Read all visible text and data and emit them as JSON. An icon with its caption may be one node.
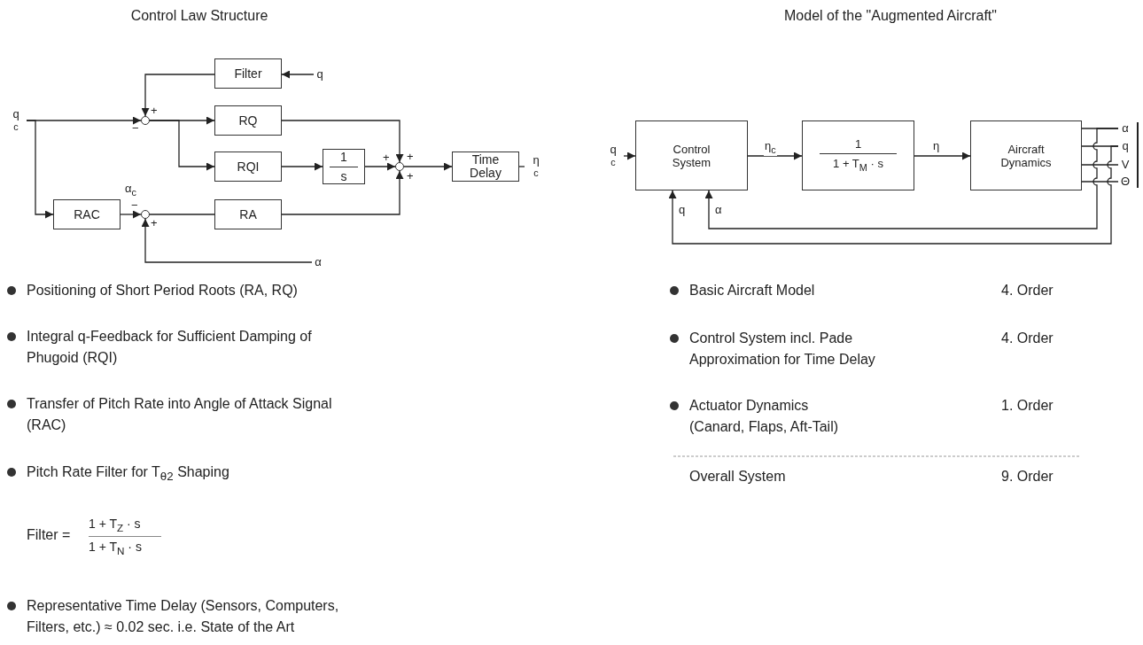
{
  "diagram": {
    "nodes": [
      {
        "text": [
          "Filter"
        ]
      },
      {
        "text": [
          "RQ"
        ]
      },
      {
        "text": [
          "RQI"
        ]
      },
      {
        "text": [
          "1",
          "s"
        ]
      },
      {
        "text": [
          "Time Delay"
        ]
      },
      {
        "text": [
          "RAC"
        ]
      },
      {
        "text": [
          "RA"
        ]
      },
      {
        "text": [],
        "shape": "circle"
      },
      {
        "text": [],
        "shape": "circle"
      },
      {
        "text": [],
        "shape": "circle"
      },
      {
        "text": [
          "q$_{c}$"
        ]
      },
      {
        "text": [
          "q"
        ]
      },
      {
        "text": [
          "α"
        ]
      },
      {
        "text": [
          "η$_{c}$"
        ]
      },
      {
        "text": [
          "Control System"
        ]
      },
      {
        "text": [
          "1",
          "1 + T$_{M}$ · s"
        ]
      },
      {
        "text": [
          "Aircraft Dynamics"
        ]
      },
      {
        "text": [
          "q$_{c}$"
        ]
      },
      {
        "text": [
          "α"
        ]
      },
      {
        "text": [
          "q"
        ]
      },
      {
        "text": [
          "V"
        ]
      },
      {
        "text": [
          "Θ"
        ]
      }
    ],
    "edges": [
      {
        "from": 10,
        "to": 7,
        "arrow": "to"
      },
      {
        "from": 10,
        "to": 5,
        "arrow": "to"
      },
      {
        "from": 11,
        "to": 0,
        "arrow": "to"
      },
      {
        "from": 0,
        "to": 7,
        "arrow": "to"
      },
      {
        "from": 7,
        "to": 1,
        "arrow": "to"
      },
      {
        "from": 7,
        "to": 2,
        "arrow": "to"
      },
      {
        "from": 1,
        "to": 9,
        "arrow": "to"
      },
      {
        "from": 2,
        "to": 3,
        "arrow": "to"
      },
      {
        "from": 3,
        "to": 9,
        "arrow": "to"
      },
      {
        "from": 6,
        "to": 9,
        "arrow": "to"
      },
      {
        "from": 5,
        "to": 8,
        "arrow": "to",
        "label": "α$_{c}$"
      },
      {
        "from": 12,
        "to": 8,
        "arrow": "to"
      },
      {
        "from": 8,
        "to": 6,
        "arrow": "none"
      },
      {
        "from": 9,
        "to": 4,
        "arrow": "to"
      },
      {
        "from": 4,
        "to": 13,
        "arrow": "none"
      },
      {
        "from": 17,
        "to": 14,
        "arrow": "to"
      },
      {
        "from": 14,
        "to": 15,
        "arrow": "to",
        "label": "η$_{c}$"
      },
      {
        "from": 15,
        "to": 16,
        "arrow": "to",
        "label": "η"
      },
      {
        "from": 16,
        "to": 18,
        "arrow": "none"
      },
      {
        "from": 16,
        "to": 19,
        "arrow": "none"
      },
      {
        "from": 16,
        "to": 20,
        "arrow": "none"
      },
      {
        "from": 16,
        "to": 21,
        "arrow": "none"
      },
      {
        "from": 18,
        "to": 14,
        "arrow": "to",
        "label": "α"
      },
      {
        "from": 19,
        "to": 14,
        "arrow": "to",
        "label": "q"
      }
    ],
    "labels": [
      "Control Law Structure",
      "Model of the \"Augmented Aircraft\"",
      "+",
      "−",
      "−",
      "+",
      "+",
      "+",
      "+",
      "Positioning of Short Period Roots (RA, RQ)",
      "Integral q-Feedback for Sufficient Damping of Phugoid (RQI)",
      "Transfer of Pitch Rate into Angle of Attack Signal (RAC)",
      "Pitch Rate Filter for T$_{θ2}$ Shaping",
      "Filter =",
      "1 + T$_{Z}$ · s",
      "1 + T$_{N}$ · s",
      "Representative Time Delay (Sensors, Computers, Filters, etc.) ≈ 0.02 sec. i.e. State of the Art",
      "Basic Aircraft Model",
      "4. Order",
      "Control System incl. Pade Approximation for Time Delay",
      "4. Order",
      "Actuator Dynamics (Canard, Flaps, Aft-Tail)",
      "1. Order",
      "Overall System",
      "9. Order"
    ]
  }
}
